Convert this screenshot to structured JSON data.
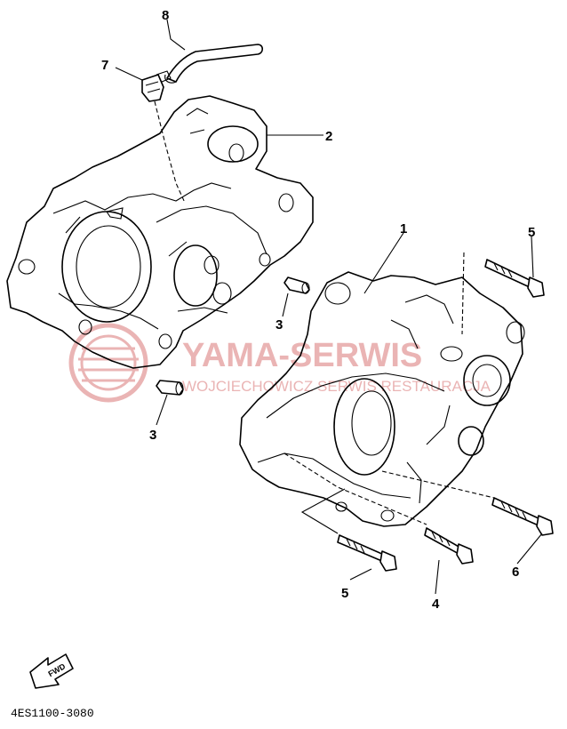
{
  "callouts": {
    "c1": "1",
    "c2": "2",
    "c3a": "3",
    "c3b": "3",
    "c4": "4",
    "c5a": "5",
    "c5b": "5",
    "c6": "6",
    "c7": "7",
    "c8": "8"
  },
  "fwd_label": "FWD",
  "diagram_code": "4ES1100-3080",
  "watermark": {
    "title": "YAMA-SERWIS",
    "subtitle": "WOJCIECHOWICZ  SERWIS  RESTAURACJA",
    "color": "#e7a7a7"
  }
}
